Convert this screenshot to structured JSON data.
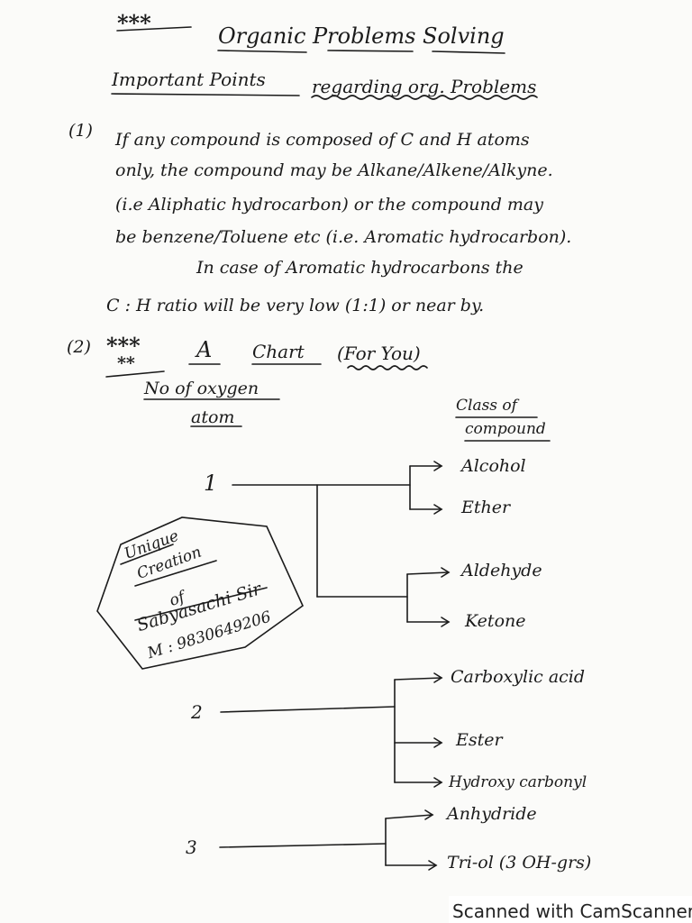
{
  "header": {
    "stars": "***",
    "title": "Organic Problems Solving",
    "subtitle_part1": "Important Points",
    "subtitle_part2": "regarding org. Problems"
  },
  "point1": {
    "num": "(1)",
    "line1": "If any compound is composed of C and H atoms",
    "line2": "only, the compound may be Alkane/Alkene/Alkyne.",
    "line3": "(i.e Aliphatic hydrocarbon) or the compound may",
    "line4": "be benzene/Toluene etc (i.e. Aromatic hydrocarbon).",
    "line5": "In case of Aromatic hydrocarbons the",
    "line6": "C : H ratio will be very low (1:1) or near by."
  },
  "point2": {
    "num": "(2)",
    "stars": "***",
    "stars2": "**",
    "a": "A",
    "chart": "Chart",
    "for_you": "(For You)"
  },
  "chart": {
    "left_header_line1": "No of oxygen",
    "left_header_line2": "atom",
    "right_header_line1": "Class of",
    "right_header_line2": "compound",
    "groups": [
      {
        "count": "1",
        "classes": [
          "Alcohol",
          "Ether",
          "Aldehyde",
          "Ketone"
        ]
      },
      {
        "count": "2",
        "classes": [
          "Carboxylic acid",
          "Ester",
          "Hydroxy carbonyl"
        ]
      },
      {
        "count": "3",
        "classes": [
          "Anhydride",
          "Tri-ol (3 OH-grs)"
        ]
      }
    ]
  },
  "stamp": {
    "line1": "Unique",
    "line2": "Creation",
    "line3": "of",
    "line4": "Sabyasachi Sir",
    "line5": "M : 9830649206"
  },
  "footer": {
    "text": "Scanned with CamScanner"
  }
}
